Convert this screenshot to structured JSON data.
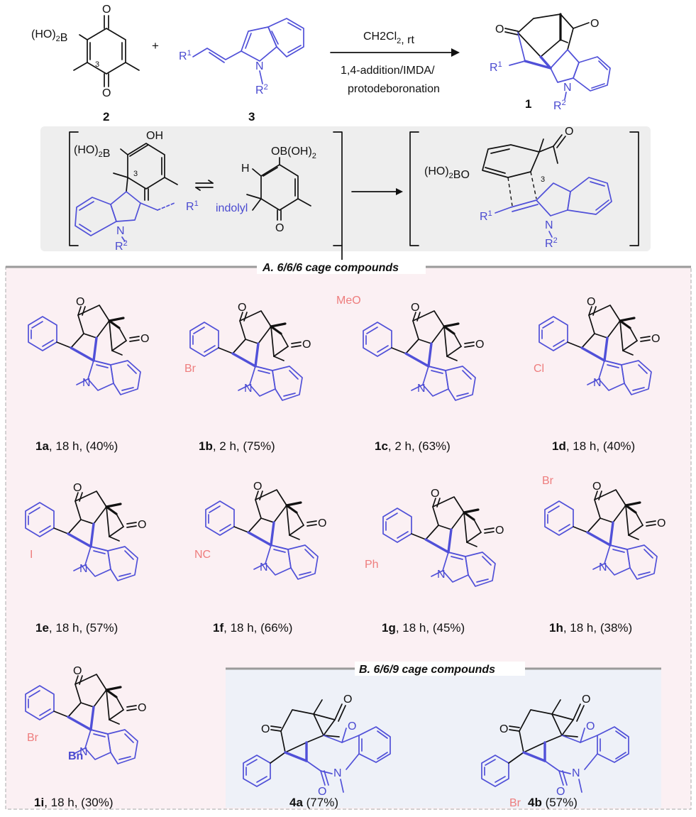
{
  "scheme": {
    "reactant_2": {
      "number": "2",
      "boronic": "(HO)2B",
      "pos": "3"
    },
    "plus": "+",
    "reactant_3": {
      "number": "3",
      "r1": "R1",
      "r2": "R2",
      "n": "N"
    },
    "conditions": {
      "solvent": "CH2Cl2, rt",
      "line1": "1,4-addition/IMDA/",
      "line2": "protodeboronation"
    },
    "product_1": {
      "number": "1",
      "r1": "R1",
      "r2": "R2",
      "n": "N"
    }
  },
  "mechanism": {
    "int1": {
      "oh": "OH",
      "boronic": "(HO)2B",
      "pos": "3",
      "r1": "R1",
      "r2": "R2",
      "n": "N"
    },
    "int2": {
      "ob": "OB(OH)2",
      "h": "H",
      "indolyl": "indolyl",
      "o": "O"
    },
    "int3": {
      "boronic": "(HO)2BO",
      "pos": "3",
      "r1": "R1",
      "r2": "R2",
      "n": "N",
      "o": "O"
    }
  },
  "section_a": {
    "title": "A. 6/6/6 cage compounds",
    "compounds": [
      {
        "id": "1a",
        "subst": "",
        "time": "18 h",
        "yield": "(40%)"
      },
      {
        "id": "1b",
        "subst": "Br",
        "time": "2 h",
        "yield": "(75%)"
      },
      {
        "id": "1c",
        "subst": "MeO",
        "time": "2 h",
        "yield": "(63%)"
      },
      {
        "id": "1d",
        "subst": "Cl",
        "time": "18 h",
        "yield": "(40%)"
      },
      {
        "id": "1e",
        "subst": "I",
        "time": "18 h",
        "yield": "(57%)"
      },
      {
        "id": "1f",
        "subst": "NC",
        "time": "18 h",
        "yield": "(66%)"
      },
      {
        "id": "1g",
        "subst": "Ph",
        "time": "18 h",
        "yield": "(45%)"
      },
      {
        "id": "1h",
        "subst": "Br",
        "time": "18 h",
        "yield": "(38%)"
      },
      {
        "id": "1i",
        "subst": "Br",
        "time": "18 h",
        "yield": "(30%)",
        "n_subst": "Bn"
      }
    ]
  },
  "section_b": {
    "title": "B. 6/6/9 cage compounds",
    "compounds": [
      {
        "id": "4a",
        "subst": "",
        "yield": "(77%)"
      },
      {
        "id": "4b",
        "subst": "Br",
        "yield": "(57%)"
      }
    ]
  },
  "atoms": {
    "o": "O",
    "n": "N"
  },
  "colors": {
    "blue": "#5050d8",
    "red": "#ee7d7d",
    "panel_a": "#fbf0f3",
    "panel_b": "#eef1f8",
    "mech": "#eeeeee"
  }
}
